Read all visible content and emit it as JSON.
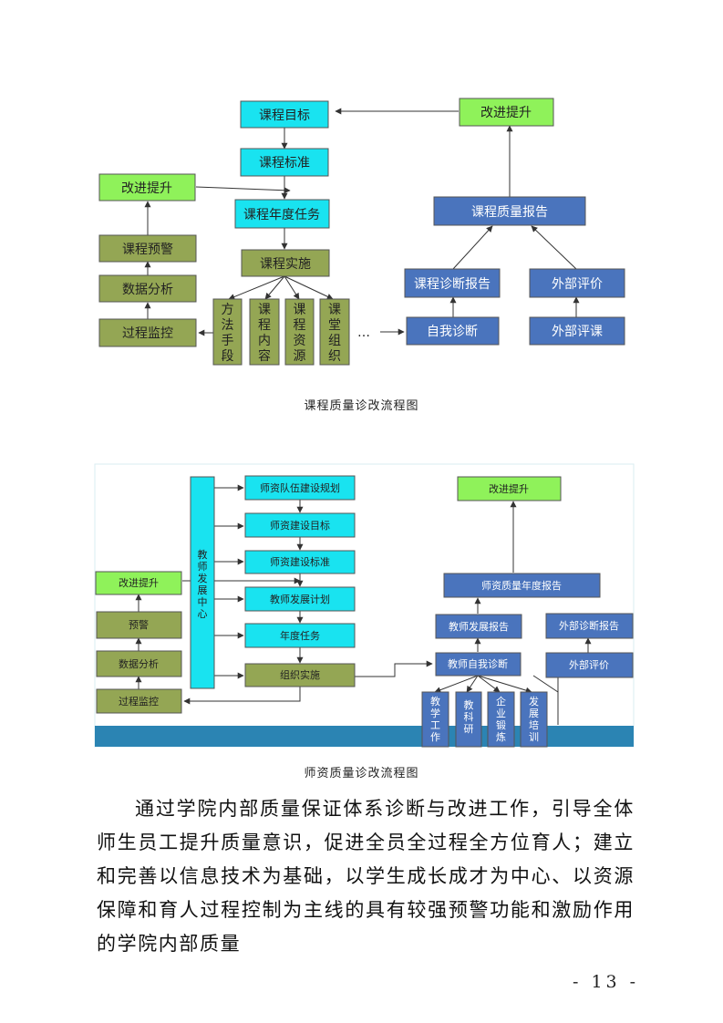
{
  "diagram1": {
    "nodes": {
      "course_goal": "课程目标",
      "course_standard": "课程标准",
      "annual_task": "课程年度任务",
      "implementation": "课程实施",
      "improve_left": "改进提升",
      "warning": "课程预警",
      "data_analysis": "数据分析",
      "process_monitor": "过程监控",
      "method": "方法手段",
      "content": "课程内容",
      "resource": "课程资源",
      "organization": "课堂组织",
      "ellipsis": "…",
      "self_diag": "自我诊断",
      "diag_report": "课程诊断报告",
      "quality_report": "课程质量报告",
      "improve_right": "改进提升",
      "external_eval": "外部评价",
      "external_review": "外部评课"
    },
    "caption": "课程质量诊改流程图"
  },
  "diagram2": {
    "nodes": {
      "center": "教师发展中心",
      "team_plan": "师资队伍建设规划",
      "build_goal": "师资建设目标",
      "build_standard": "师资建设标准",
      "dev_plan": "教师发展计划",
      "annual_task": "年度任务",
      "org_impl": "组织实施",
      "improve_left": "改进提升",
      "warning": "预警",
      "data_analysis": "数据分析",
      "process_monitor": "过程监控",
      "improve_right": "改进提升",
      "quality_report": "师资质量年度报告",
      "dev_report": "教师发展报告",
      "ext_diag_report": "外部诊断报告",
      "self_diag": "教师自我诊断",
      "external_eval": "外部评价",
      "teaching": "教学工作",
      "research": "教科研",
      "enterprise": "企业锻炼",
      "training": "发展培训",
      "ellipsis": "…"
    },
    "caption": "师资质量诊改流程图"
  },
  "paragraph": "通过学院内部质量保证体系诊断与改进工作，引导全体师生员工提升质量意识，促进全员全过程全方位育人；建立和完善以信息技术为基础，以学生成长成才为中心、以资源保障和育人过程控制为主线的具有较强预警功能和激励作用的学院内部质量",
  "page_number": "- 13 -",
  "colors": {
    "cyan": "#19e3f0",
    "green": "#8ff25a",
    "olive": "#94a654",
    "blue": "#4a74bd",
    "band": "#2b84b3"
  }
}
